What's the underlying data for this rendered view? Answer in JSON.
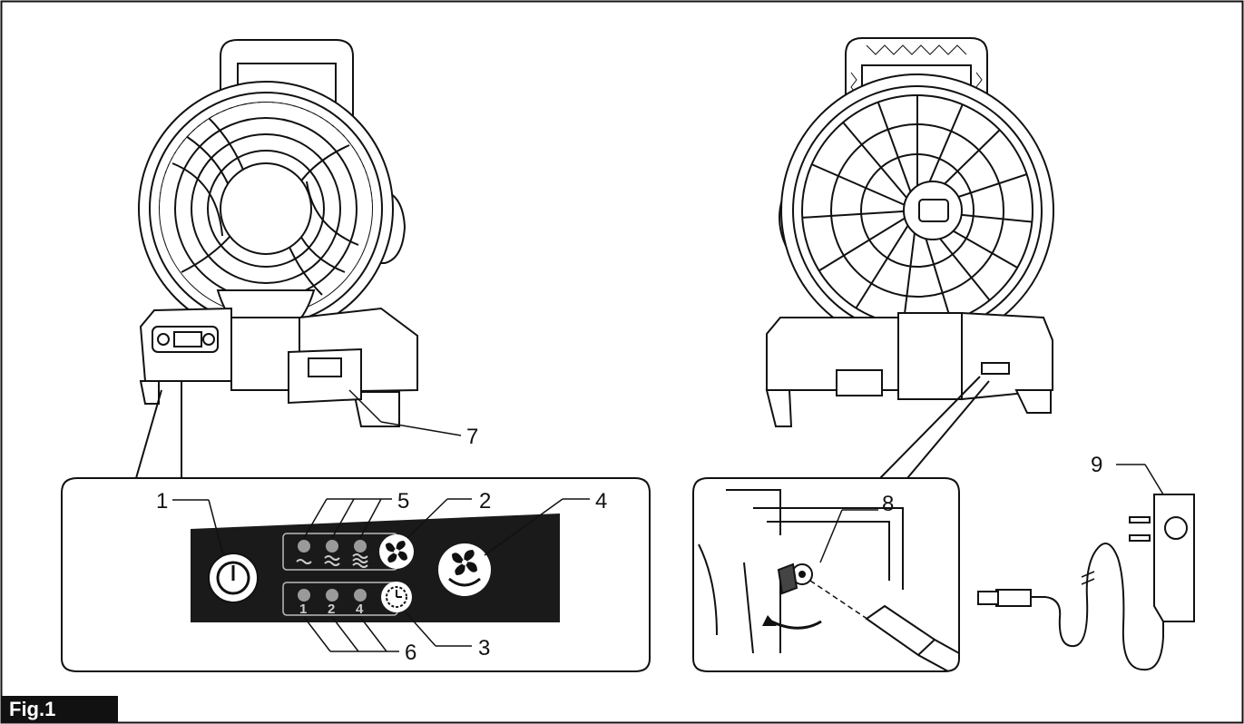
{
  "figure": {
    "label": "Fig.1",
    "colors": {
      "ink": "#111111",
      "panel": "#1a1a1a",
      "led": "#9a9a9a",
      "label_bg": "#111111"
    }
  },
  "callouts": [
    {
      "number": "1",
      "part": "power button"
    },
    {
      "number": "2",
      "part": "fan speed button"
    },
    {
      "number": "3",
      "part": "timer button"
    },
    {
      "number": "4",
      "part": "swing button"
    },
    {
      "number": "5",
      "part": "speed indicator lamps"
    },
    {
      "number": "6",
      "part": "timer indicator lamps"
    },
    {
      "number": "7",
      "part": "battery slot"
    },
    {
      "number": "8",
      "part": "DC input jack"
    },
    {
      "number": "9",
      "part": "AC adapter"
    }
  ],
  "control_panel": {
    "timer_digits": [
      "1",
      "2",
      "4"
    ],
    "icons": [
      "power-icon",
      "fan-icon",
      "timer-icon",
      "swing-icon",
      "wind-low-icon",
      "wind-mid-icon",
      "wind-high-icon"
    ]
  }
}
